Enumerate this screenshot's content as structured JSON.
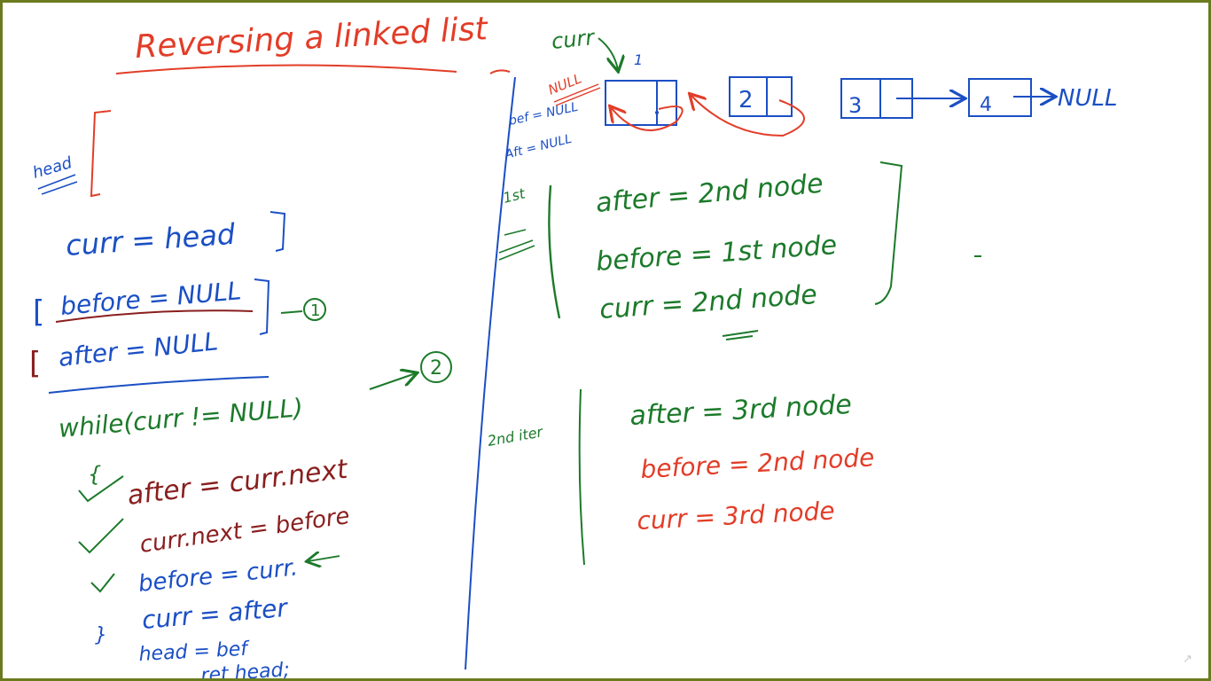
{
  "colors": {
    "frame": "#6b7a1e",
    "red": "#e23d28",
    "blue": "#1b4fc4",
    "green": "#1c7a2a",
    "darkred": "#8a1e1e"
  },
  "left": {
    "title": "Reversing a linked list",
    "head_label": "head",
    "curr_head": "curr = head",
    "before_null": "before = NULL",
    "after_null": "after = NULL",
    "step1_marker": "1",
    "step2_marker": "2",
    "while_line": "while(curr != NULL)",
    "open_brace": "{",
    "after_line": "after = curr.next",
    "curr_next_line": "curr.next = before",
    "before_line": "before = curr.",
    "curr_after_line": "curr = after",
    "close_brace": "}",
    "head_before_line": "head = bef",
    "return_line": "ret head;"
  },
  "right": {
    "curr_label": "curr",
    "node1_label": "1",
    "null_label": "NULL",
    "bef_label": "bef = NULL",
    "aft_label": "Aft = NULL",
    "node2_value": "2",
    "node3_value": "3",
    "node4_value": "4",
    "tail_null": "NULL",
    "iter1_label": "1st",
    "iter1_lines": [
      "after = 2nd node",
      "before = 1st node",
      "curr = 2nd node"
    ],
    "iter2_label": "2nd iter",
    "iter2_lines": [
      "after = 3rd node",
      "before = 2nd node",
      "curr = 3rd node"
    ]
  },
  "icons": {
    "corner": "expand-icon"
  }
}
